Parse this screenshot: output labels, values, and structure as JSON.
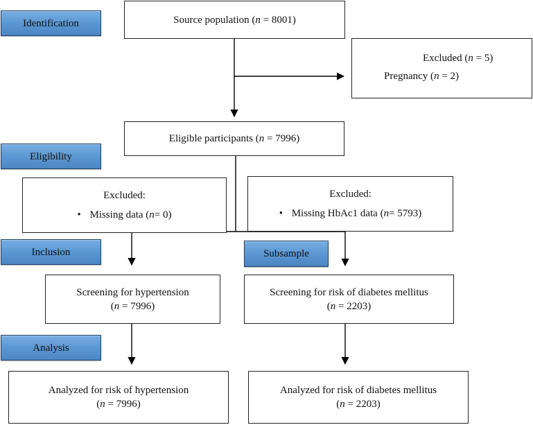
{
  "colors": {
    "stage_fill": "#5b97d2",
    "stage_border": "#1f3f63",
    "line": "#000000",
    "box_border": "#222222"
  },
  "stages": {
    "identification": "Identification",
    "eligibility": "Eligibility",
    "inclusion": "Inclusion",
    "subsample": "Subsample",
    "analysis": "Analysis"
  },
  "boxes": {
    "source_population": {
      "label": "Source population (",
      "n_symbol": "n",
      "value": " = 8001)"
    },
    "excluded_pregnancy": {
      "title_label": "Excluded (",
      "title_n": "n",
      "title_value": " = 5)",
      "item_label": "Pregnancy (",
      "item_n": "n",
      "item_value": " = 2)"
    },
    "eligible_participants": {
      "label": "Eligible participants (",
      "n_symbol": "n",
      "value": " = 7996)"
    },
    "excluded_missing_data": {
      "title": "Excluded:",
      "bullet": "•",
      "item_label": "Missing data (",
      "item_n": "n",
      "item_value": " = 0)"
    },
    "excluded_missing_hba1c": {
      "title": "Excluded:",
      "bullet": "•",
      "item_label": "Missing HbAc1 data (",
      "item_n": "n",
      "item_value": " = 5793)"
    },
    "screening_hypertension": {
      "line1": "Screening for hypertension",
      "open": "(",
      "n_symbol": "n",
      "value": " = 7996)"
    },
    "screening_diabetes": {
      "line1": "Screening for risk of diabetes mellitus",
      "open": "(",
      "n_symbol": "n",
      "value": " = 2203)"
    },
    "analyzed_hypertension": {
      "line1": "Analyzed for risk of hypertension",
      "open": "(",
      "n_symbol": "n",
      "value": " = 7996)"
    },
    "analyzed_diabetes": {
      "line1": "Analyzed for risk of diabetes mellitus",
      "open": "(",
      "n_symbol": "n",
      "value": " = 2203)"
    }
  }
}
